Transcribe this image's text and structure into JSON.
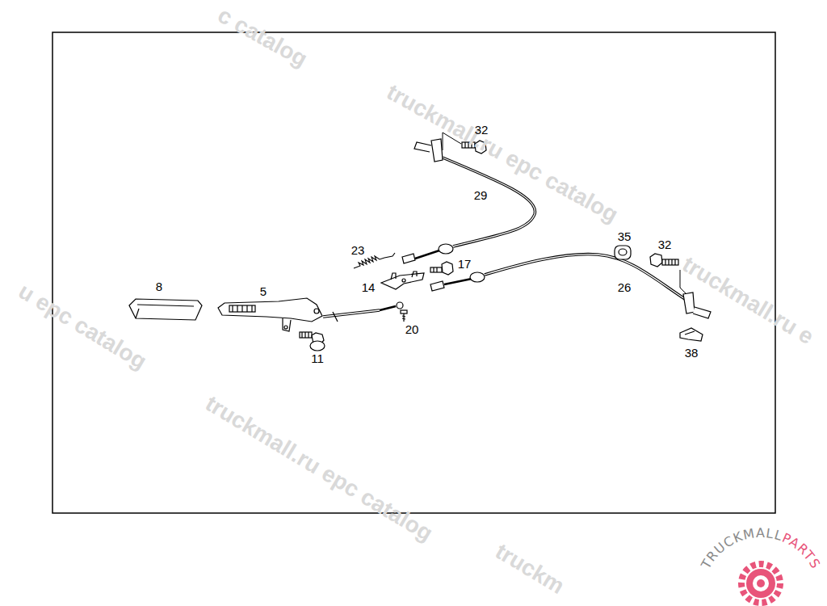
{
  "diagram": {
    "labels": [
      "c catalog",
      "truckmall.ru epc catalog",
      "32",
      "29",
      "23",
      "17",
      "35",
      "32",
      "truckmall.ru e",
      "14",
      "u epc catalog",
      "26",
      "8",
      "5",
      "20",
      "11",
      "38",
      "truckmall.ru epc catalog",
      "truckm",
      "TRUCKMALL",
      "PARTS"
    ]
  }
}
